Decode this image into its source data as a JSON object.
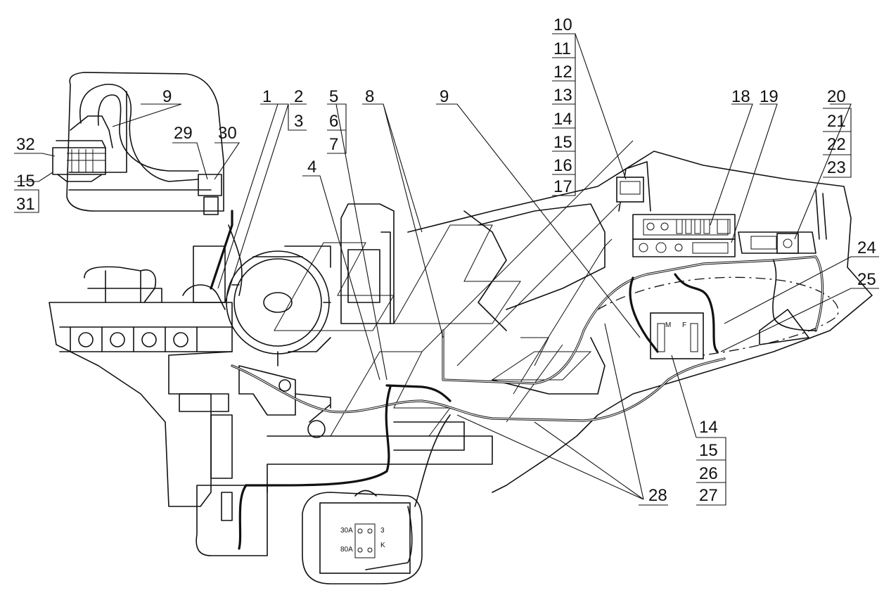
{
  "callouts": {
    "c1": "1",
    "c2": "2",
    "c3": "3",
    "c4": "4",
    "c5": "5",
    "c6": "6",
    "c7": "7",
    "c8": "8",
    "c9a": "9",
    "c9b": "9",
    "c10": "10",
    "c11": "11",
    "c12": "12",
    "c13": "13",
    "c14a": "14",
    "c15a": "15",
    "c16": "16",
    "c17": "17",
    "c18": "18",
    "c19": "19",
    "c20": "20",
    "c21": "21",
    "c22": "22",
    "c23": "23",
    "c24": "24",
    "c25": "25",
    "c14b": "14",
    "c15b": "15",
    "c26": "26",
    "c27": "27",
    "c28": "28",
    "c29": "29",
    "c30": "30",
    "c32": "32",
    "c15c": "15",
    "c31": "31"
  },
  "battery_switch": {
    "label_30a": "30A",
    "label_80a": "80A",
    "label_3": "3",
    "label_k": "K"
  },
  "relay_block": {
    "label_m": "M",
    "label_f": "F"
  }
}
